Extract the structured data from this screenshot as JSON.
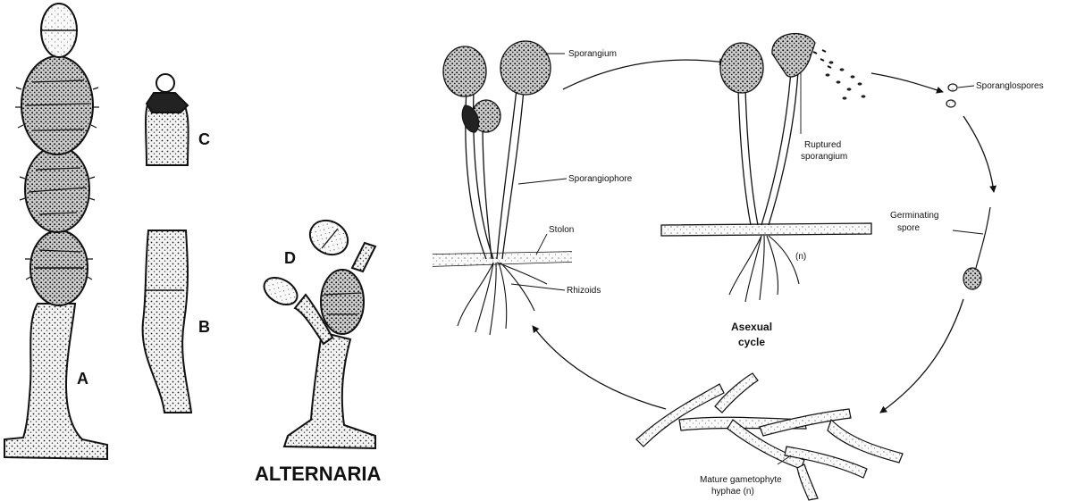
{
  "left_figure": {
    "title": "ALTERNARIA",
    "labels": {
      "a": "A",
      "b": "B",
      "c": "C",
      "d": "D"
    }
  },
  "right_figure": {
    "labels": {
      "sporangium": "Sporangium",
      "sporangiophore": "Sporangiophore",
      "stolon": "Stolon",
      "rhizoids": "Rhizoids",
      "ruptured_1": "Ruptured",
      "ruptured_2": "sporangium",
      "sporangiospores": "Sporanglospores",
      "germinating_1": "Germinating",
      "germinating_2": "spore",
      "haploid": "(n)",
      "asexual_1": "Asexual",
      "asexual_2": "cycle",
      "mature_1": "Mature gametophyte",
      "mature_2": "hyphae (n)"
    }
  }
}
